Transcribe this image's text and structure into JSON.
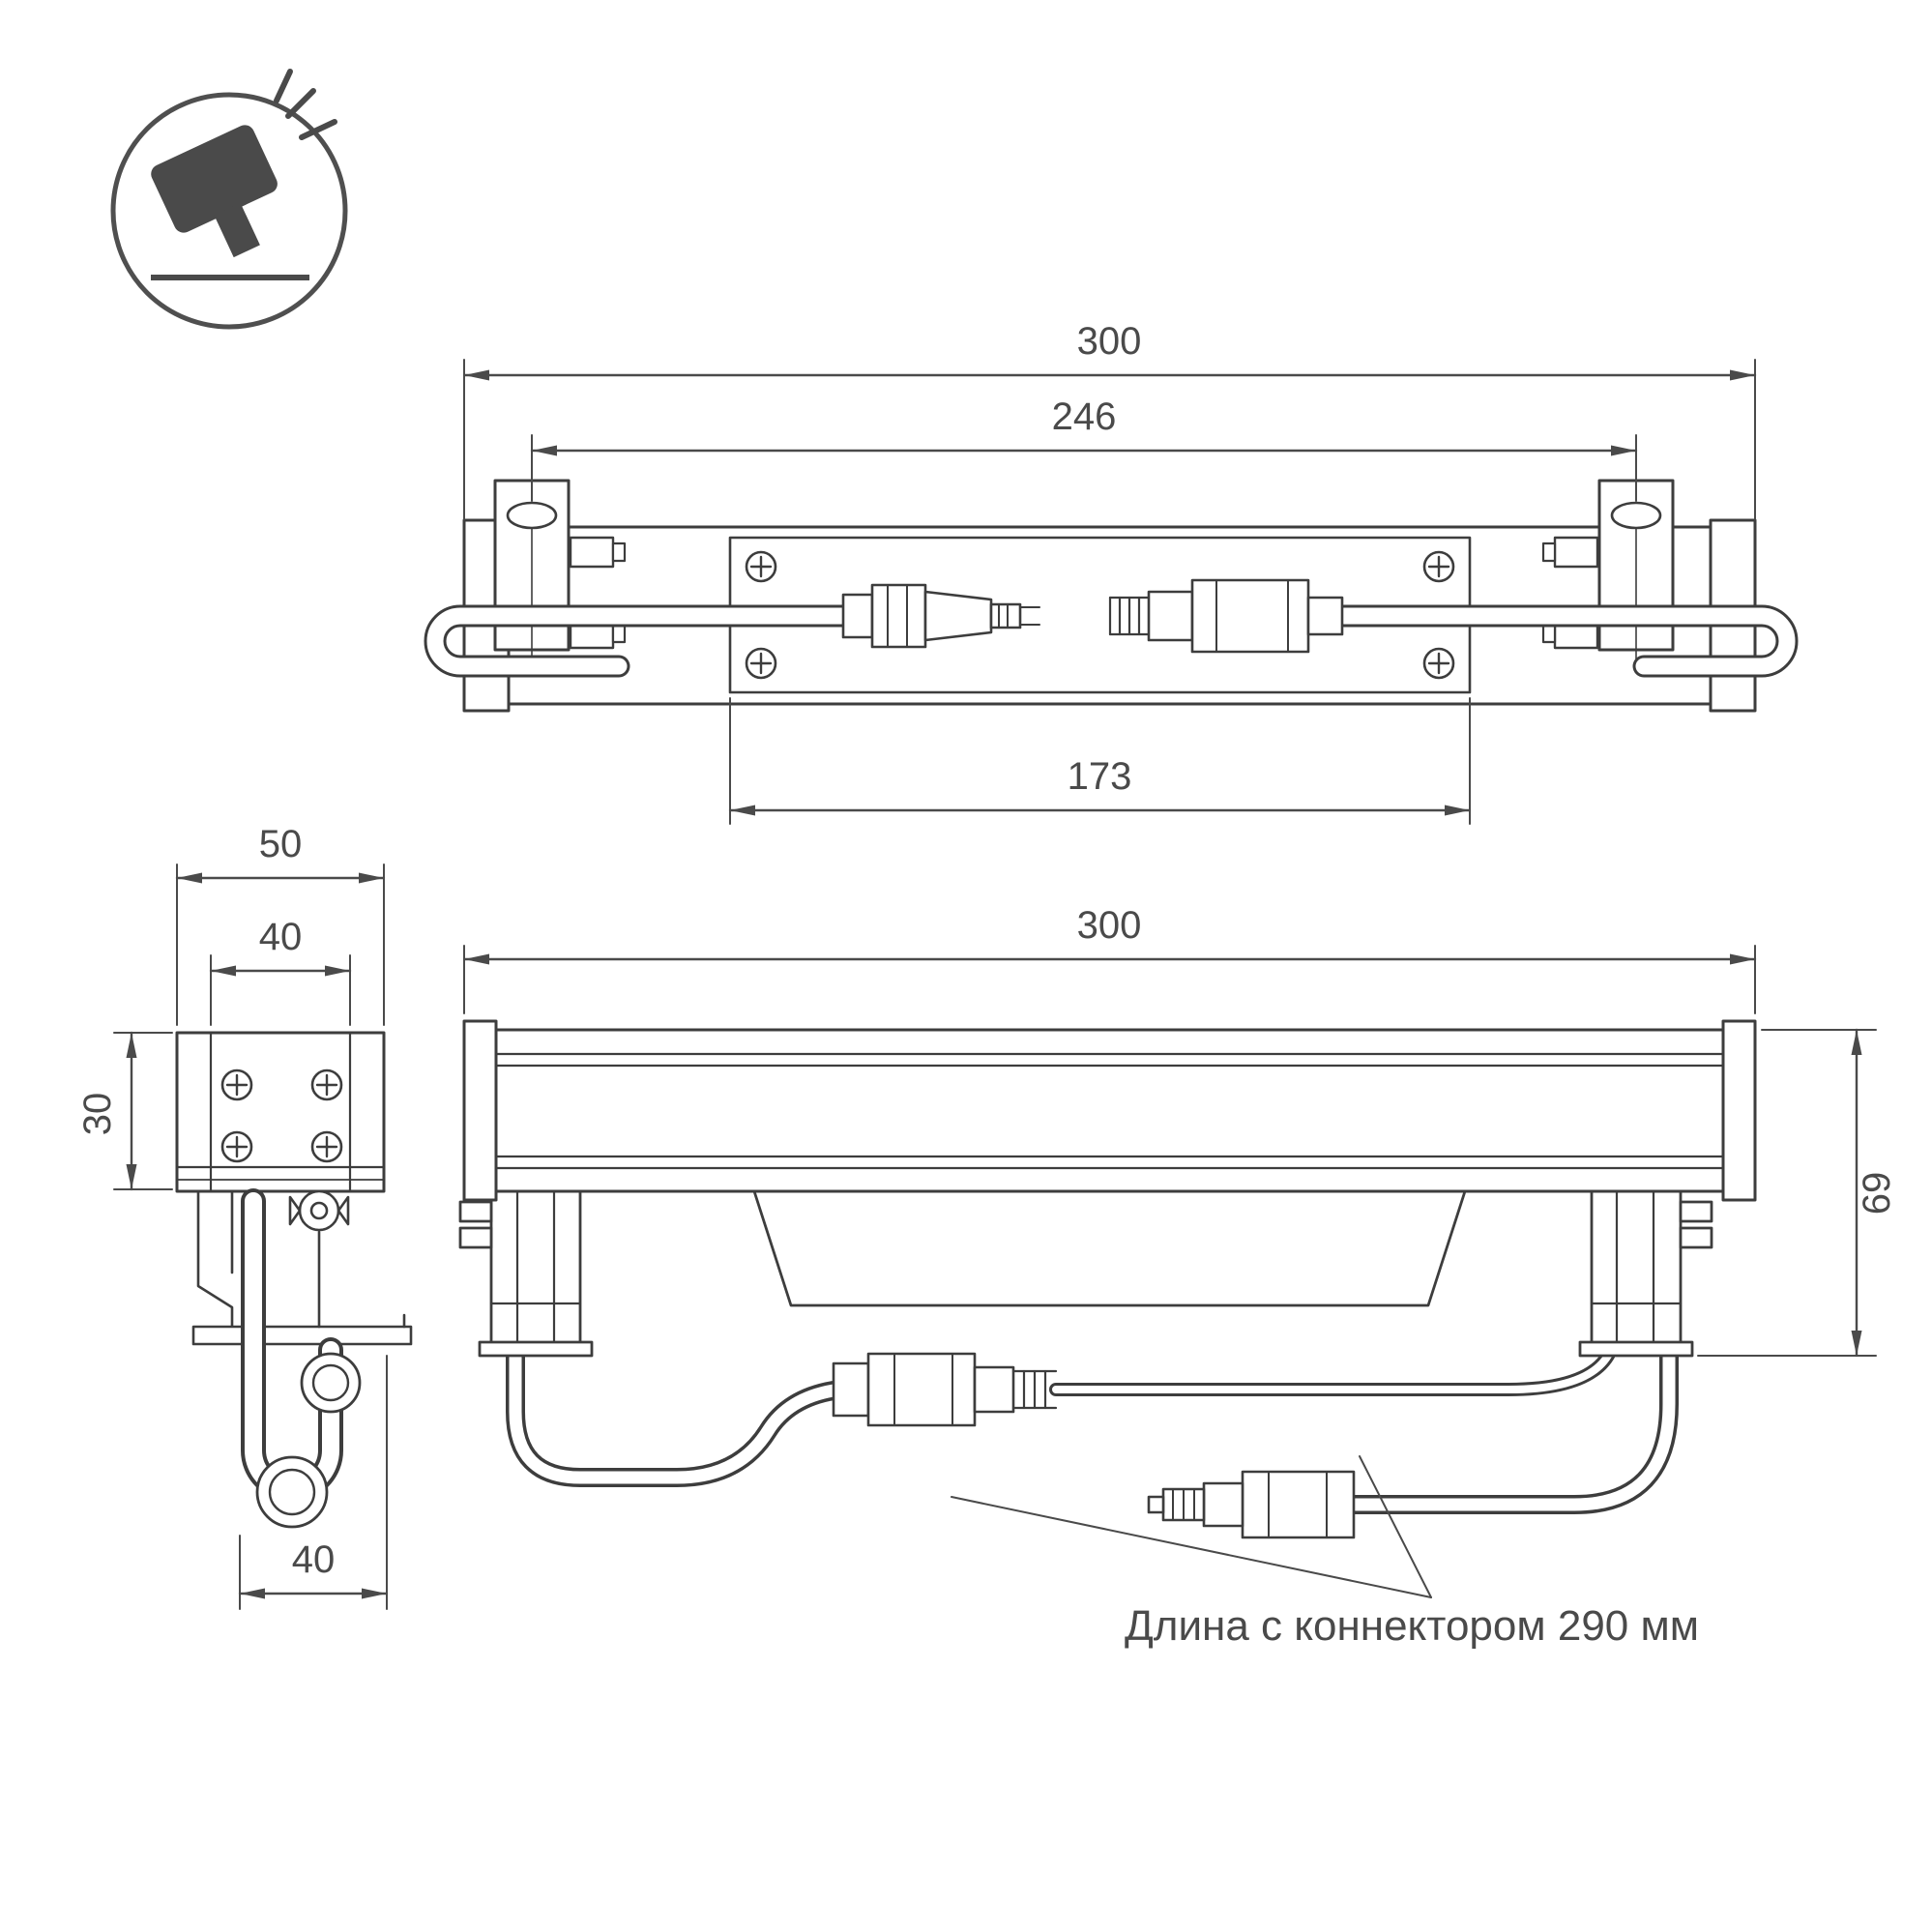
{
  "drawing": {
    "note": "Длина с коннектором 290 мм",
    "colors": {
      "line": "#3d3d3d",
      "dim": "#4a4a4a"
    },
    "icon": {
      "name": "floodlight-icon"
    },
    "top_view": {
      "dim_overall": "300",
      "dim_bracket_span": "246",
      "dim_plate": "173"
    },
    "side_view": {
      "dim_outer_width": "50",
      "dim_inner_width": "40",
      "dim_height": "30",
      "dim_foot": "40"
    },
    "front_view": {
      "dim_overall": "300",
      "dim_height": "69"
    }
  }
}
